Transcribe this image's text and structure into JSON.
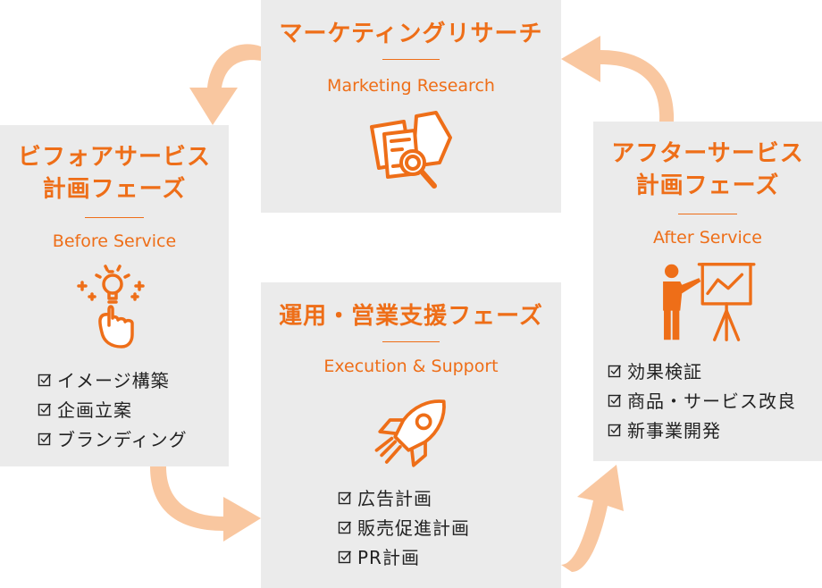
{
  "accent_color": "#ee6e18",
  "arrow_color": "#f9c7a0",
  "box_color": "#ebebeb",
  "phases": {
    "research": {
      "title": "マーケティングリサーチ",
      "subtitle": "Marketing Research",
      "icon": "research-documents-magnifier-icon"
    },
    "before": {
      "title_line1": "ビフォアサービス",
      "title_line2": "計画フェーズ",
      "subtitle": "Before Service",
      "icon": "lightbulb-idea-hand-icon",
      "items": [
        "イメージ構築",
        "企画立案",
        "ブランディング"
      ]
    },
    "execution": {
      "title": "運用・営業支援フェーズ",
      "subtitle": "Execution & Support",
      "icon": "rocket-icon",
      "items": [
        "広告計画",
        "販売促進計画",
        "PR計画"
      ]
    },
    "after": {
      "title_line1": "アフターサービス",
      "title_line2": "計画フェーズ",
      "subtitle": "After Service",
      "icon": "presenter-chart-board-icon",
      "items": [
        "効果検証",
        "商品・サービス改良",
        "新事業開発"
      ]
    }
  }
}
